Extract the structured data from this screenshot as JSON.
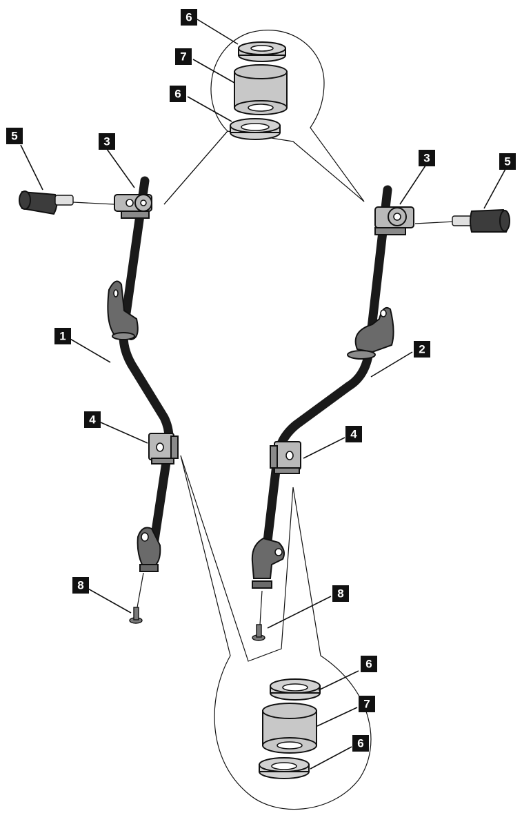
{
  "callouts": {
    "c1": "1",
    "c2": "2",
    "c3_left": "3",
    "c3_right": "3",
    "c4_left": "4",
    "c4_right": "4",
    "c5_left": "5",
    "c5_right": "5",
    "c6_top_upper": "6",
    "c6_top_lower": "6",
    "c7_top": "7",
    "c6_bottom_upper": "6",
    "c7_bottom": "7",
    "c6_bottom_lower": "6",
    "c8_left": "8",
    "c8_right": "8"
  },
  "colors": {
    "callout_fill": "#111111",
    "callout_text": "#ffffff",
    "rod": "#5a5a5a",
    "clamp": "#b9b9b9",
    "knob": "#3c3c3c"
  }
}
